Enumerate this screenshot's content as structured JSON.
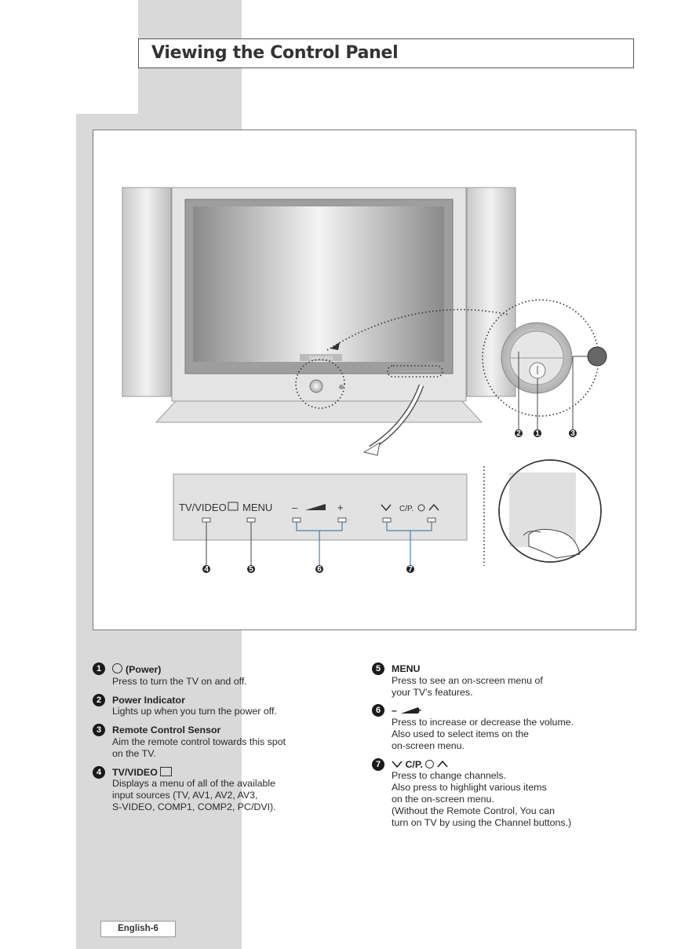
{
  "page": {
    "title": "Viewing the Control Panel",
    "footer": "English-6"
  },
  "figure": {
    "brand": "SAMSUNG",
    "panel_labels": {
      "tv_video": "TV/VIDEO",
      "menu": "MENU",
      "vol_minus": "–",
      "vol_plus": "+",
      "channel": "C/P."
    },
    "callouts": [
      "1",
      "2",
      "3",
      "4",
      "5",
      "6",
      "7"
    ]
  },
  "items": [
    {
      "n": "1",
      "title": "(Power)",
      "desc": "Press to turn the TV on and off."
    },
    {
      "n": "2",
      "title": "Power Indicator",
      "desc": "Lights up when you turn the power off."
    },
    {
      "n": "3",
      "title": "Remote Control Sensor",
      "desc": "Aim the remote control towards this spot\non the TV."
    },
    {
      "n": "4",
      "title": "TV/VIDEO",
      "desc": "Displays a menu of all of the available\ninput sources (TV, AV1, AV2,  AV3,\nS-VIDEO, COMP1, COMP2, PC/DVI)."
    },
    {
      "n": "5",
      "title": "MENU",
      "desc": "Press to see an on-screen menu of\nyour TV’s features."
    },
    {
      "n": "6",
      "title": "–       +",
      "desc": "Press to increase or decrease the volume.\nAlso used to select items on the\non-screen menu."
    },
    {
      "n": "7",
      "title": "C/P.",
      "desc": "Press to change channels.\nAlso press to highlight various items\non the on-screen menu.\n(Without the Remote Control, You  can\nturn on TV by using the Channel buttons.)"
    }
  ]
}
